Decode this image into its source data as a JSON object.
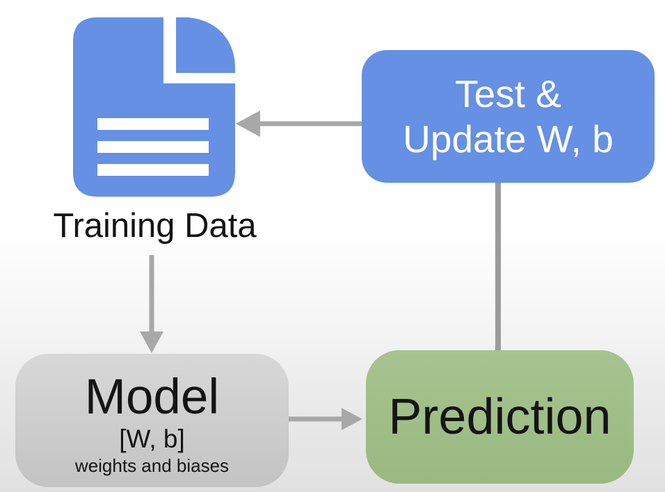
{
  "colors": {
    "icon-blue": "#6590e3",
    "box-blue": "#6590e3",
    "box-green-top": "#a7c390",
    "box-green-bottom": "#9ab980",
    "box-gray-top": "#d8d8d8",
    "box-gray-bottom": "#c3c3c3",
    "arrow-gray": "#a8a8a8",
    "connector-gray": "#9b9b9b",
    "text-dark": "#141414",
    "text-white": "#ffffff"
  },
  "nodes": {
    "training_data": {
      "label": "Training Data",
      "icon": "document-icon"
    },
    "test_update": {
      "line1": "Test &",
      "line2": "Update W, b"
    },
    "model": {
      "title": "Model",
      "params": "[W, b]",
      "note": "weights and biases"
    },
    "prediction": {
      "label": "Prediction"
    }
  },
  "edges": [
    {
      "from": "test_update",
      "to": "training_data",
      "style": "arrow-left"
    },
    {
      "from": "training_data",
      "to": "model",
      "style": "arrow-down"
    },
    {
      "from": "model",
      "to": "prediction",
      "style": "arrow-right"
    },
    {
      "from": "test_update",
      "to": "prediction",
      "style": "plain-line"
    }
  ]
}
